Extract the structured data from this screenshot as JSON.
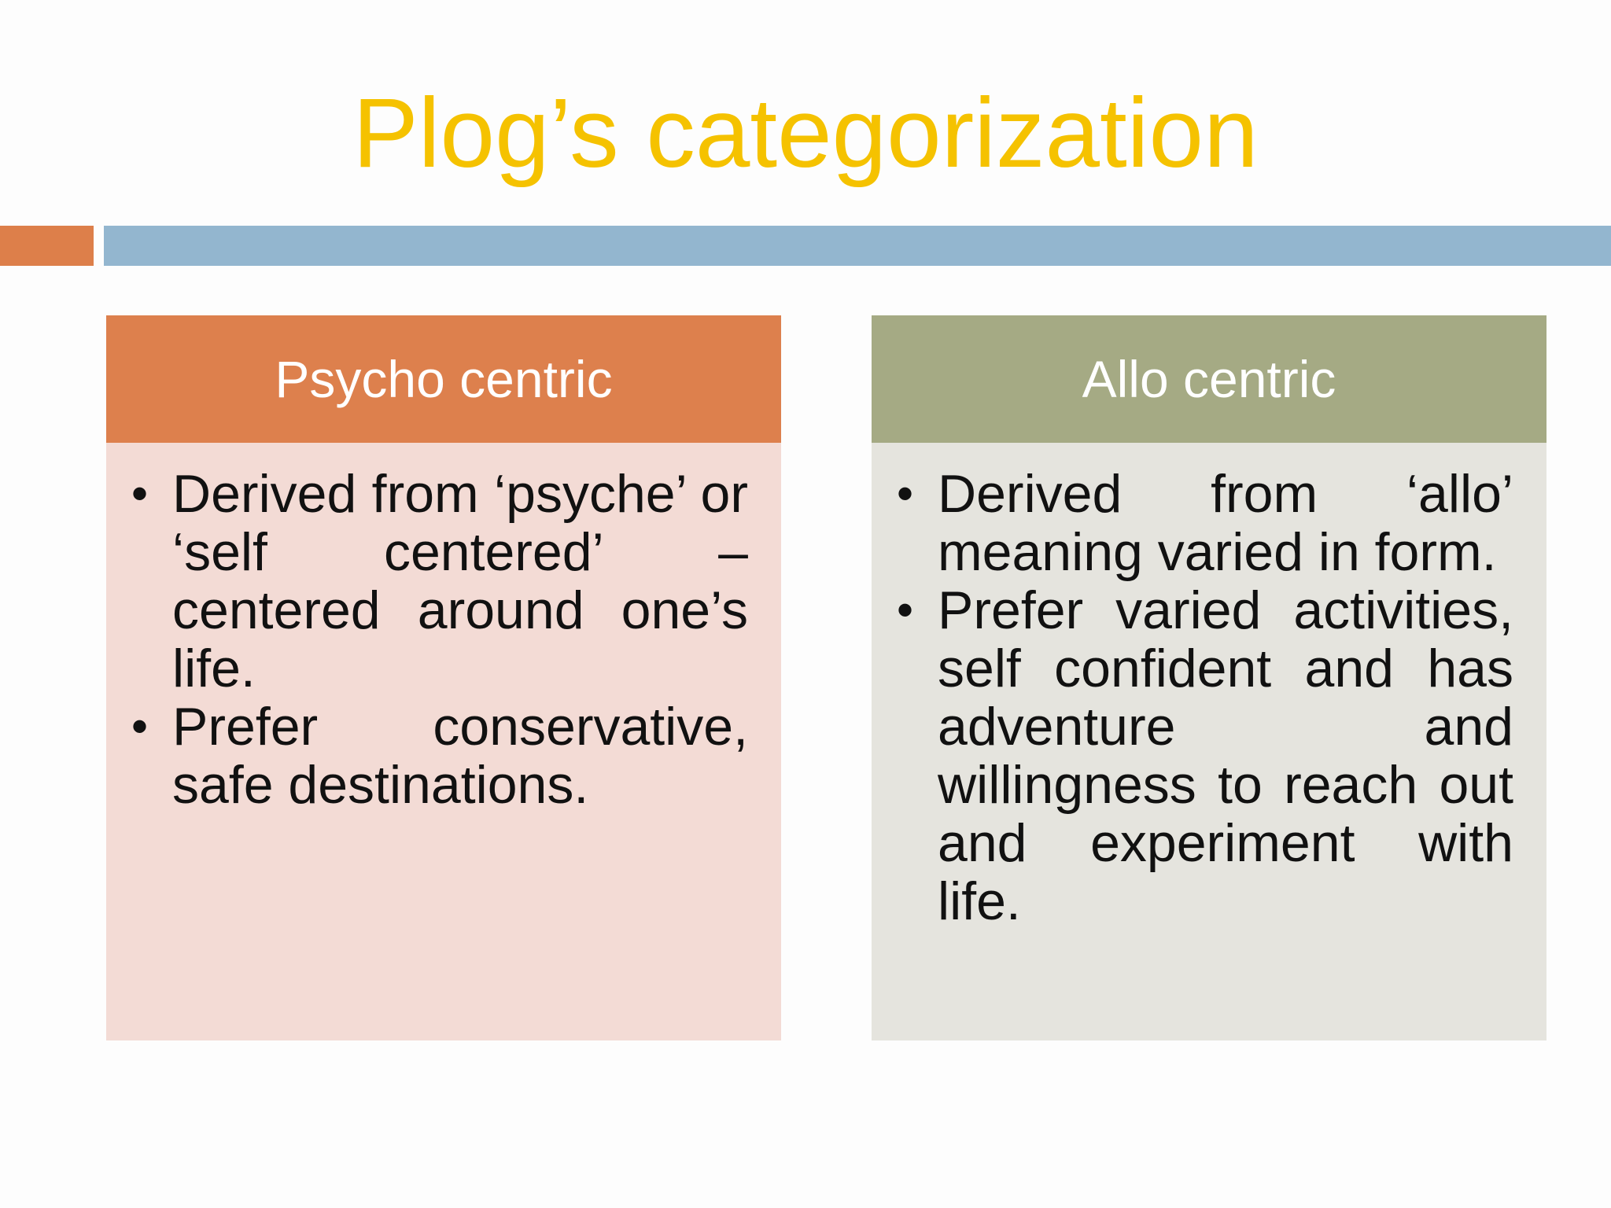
{
  "slide": {
    "title": "Plog’s categorization",
    "colors": {
      "title": "#f5c200",
      "accent_bar": "#dd7f4a",
      "main_bar": "#93b6cf",
      "left_header": "#dd804d",
      "left_body": "#f3dbd5",
      "right_header": "#a5aa84",
      "right_body": "#e5e4de"
    }
  },
  "columns": [
    {
      "heading": "Psycho centric",
      "bullets": [
        "Derived from ‘psyche’ or ‘self centered’ – centered around one’s life.",
        "Prefer conservative, safe destinations."
      ]
    },
    {
      "heading": "Allo centric",
      "bullets": [
        "Derived from ‘allo’ meaning varied in form.",
        "Prefer varied activities, self confident and has adventure and willingness to reach out and experiment with life."
      ]
    }
  ]
}
